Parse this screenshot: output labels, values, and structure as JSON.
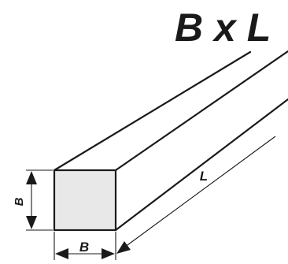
{
  "title": "B x L",
  "labels": {
    "height": "B",
    "width": "B",
    "length": "L"
  },
  "colors": {
    "face_fill": "#e8e8e8",
    "line": "#1a1a1a",
    "background": "#ffffff"
  }
}
